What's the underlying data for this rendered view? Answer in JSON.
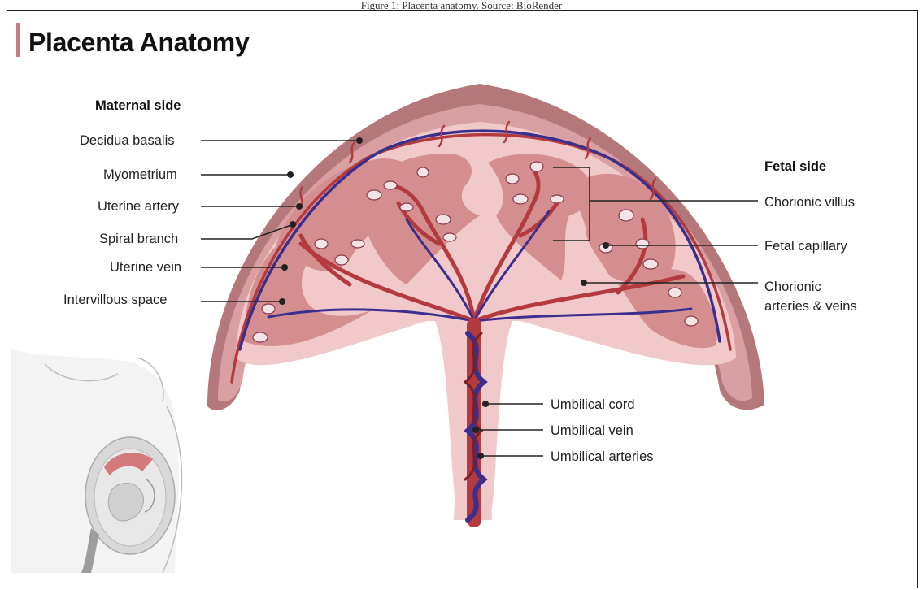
{
  "caption": "Figure 1: Placenta anatomy. Source: BioRender",
  "title": "Placenta Anatomy",
  "sides": {
    "maternal": "Maternal side",
    "fetal": "Fetal side"
  },
  "labels": {
    "decidua_basalis": "Decidua basalis",
    "myometrium": "Myometrium",
    "uterine_artery": "Uterine artery",
    "spiral_branch": "Spiral branch",
    "uterine_vein": "Uterine vein",
    "intervillous_space": "Intervillous space",
    "chorionic_villus": "Chorionic villus",
    "fetal_capillary": "Fetal capillary",
    "chorionic_vessels_line1": "Chorionic",
    "chorionic_vessels_line2": "arteries & veins",
    "umbilical_cord": "Umbilical cord",
    "umbilical_vein": "Umbilical vein",
    "umbilical_arteries": "Umbilical arteries"
  },
  "colors": {
    "title_accent": "#c47f80",
    "myometrium": "#b5787a",
    "decidua": "#d9a0a3",
    "placenta_pink": "#f2c9cb",
    "intervillous": "#d48e90",
    "villus_fill": "#e7b5b8",
    "artery": "#b33a3f",
    "vein": "#3b2e8c",
    "skin_outline": "#bbbbbb"
  }
}
